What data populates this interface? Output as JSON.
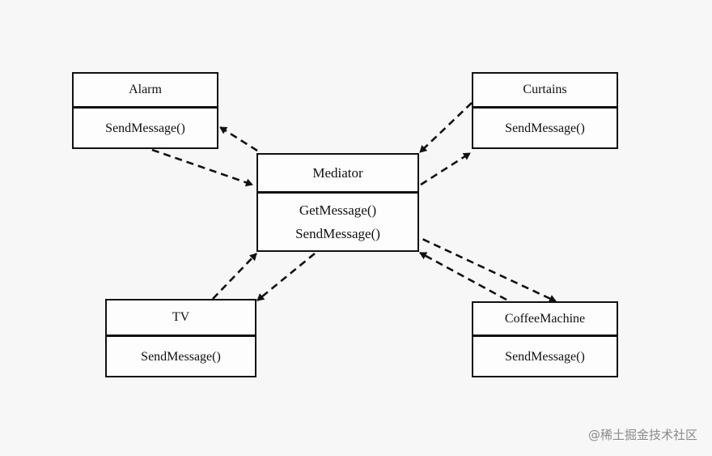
{
  "diagram": {
    "classes": {
      "alarm": {
        "name": "Alarm",
        "operations": [
          "SendMessage()"
        ]
      },
      "curtains": {
        "name": "Curtains",
        "operations": [
          "SendMessage()"
        ]
      },
      "mediator": {
        "name": "Mediator",
        "operations": [
          "GetMessage()",
          "SendMessage()"
        ]
      },
      "tv": {
        "name": "TV",
        "operations": [
          "SendMessage()"
        ]
      },
      "coffee": {
        "name": "CoffeeMachine",
        "operations": [
          "SendMessage()"
        ]
      }
    },
    "edges": [
      {
        "from": "alarm",
        "to": "mediator",
        "style": "dashed"
      },
      {
        "from": "mediator",
        "to": "alarm",
        "style": "dashed"
      },
      {
        "from": "curtains",
        "to": "mediator",
        "style": "dashed"
      },
      {
        "from": "mediator",
        "to": "curtains",
        "style": "dashed"
      },
      {
        "from": "tv",
        "to": "mediator",
        "style": "dashed"
      },
      {
        "from": "mediator",
        "to": "tv",
        "style": "dashed"
      },
      {
        "from": "coffee",
        "to": "mediator",
        "style": "dashed"
      },
      {
        "from": "mediator",
        "to": "coffee",
        "style": "dashed"
      }
    ],
    "line_color": "#111111"
  },
  "watermark": "@稀土掘金技术社区"
}
